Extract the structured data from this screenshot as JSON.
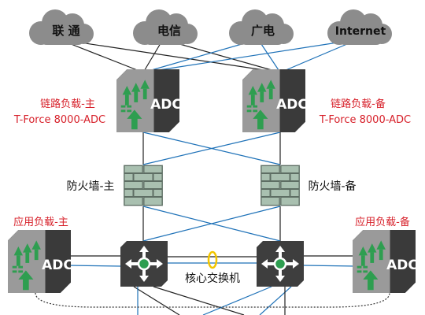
{
  "isps": [
    "联 通",
    "电信",
    "广电",
    "Internet"
  ],
  "link_lb_primary": {
    "badge": "ADC",
    "name": "链路负载-主",
    "model": "T-Force 8000-ADC"
  },
  "link_lb_backup": {
    "badge": "ADC",
    "name": "链路负载-备",
    "model": "T-Force 8000-ADC"
  },
  "firewall_primary": {
    "name": "防火墙-主"
  },
  "firewall_backup": {
    "name": "防火墙-备"
  },
  "app_lb_primary": {
    "badge": "ADC",
    "name": "应用负载-主"
  },
  "app_lb_backup": {
    "badge": "ADC",
    "name": "应用负载-备"
  },
  "core_switch": {
    "name": "核心交换机"
  },
  "colors": {
    "cloud": "#8c8c8c",
    "device_dark": "#3e3e3e",
    "device_light": "#9a9a9a",
    "arrow_green": "#2e9e50",
    "firewall_brick": "#9cb5a4",
    "line_blue": "#1f72b8",
    "line_black": "#222222",
    "label_red": "#d7202a",
    "ring_yellow": "#f2c500"
  }
}
